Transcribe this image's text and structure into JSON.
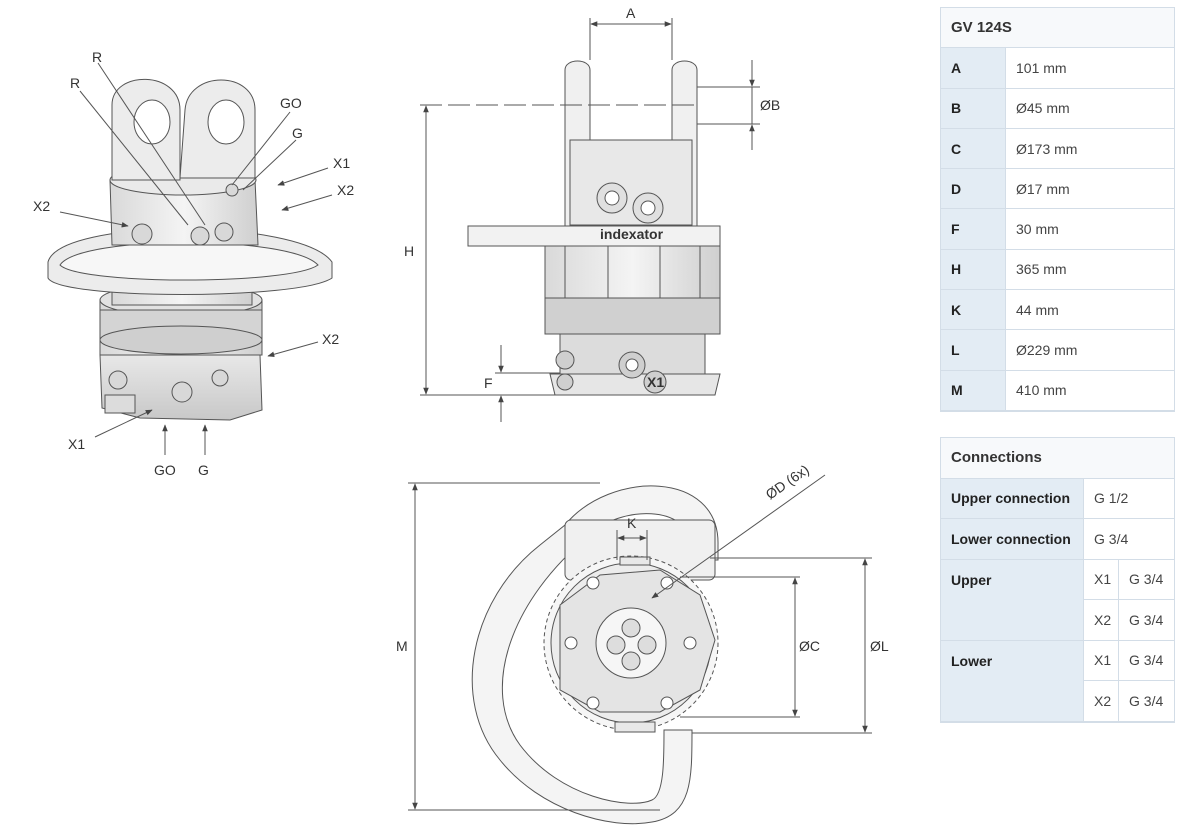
{
  "iso_view": {
    "labels": [
      "R",
      "R",
      "GO",
      "G",
      "X1",
      "X2",
      "X2",
      "X2",
      "X1",
      "GO",
      "G"
    ]
  },
  "front_view": {
    "dims": {
      "a": "A",
      "b": "ØB",
      "h": "H",
      "f": "F"
    },
    "logo": "indexator",
    "port_label": "X1"
  },
  "top_view": {
    "dims": {
      "k": "K",
      "d": "ØD (6x)",
      "c": "ØC",
      "l": "ØL",
      "m": "M"
    }
  },
  "spec_table": {
    "title": "GV 124S",
    "rows": [
      {
        "label": "A",
        "value": "101 mm"
      },
      {
        "label": "B",
        "value": "Ø45 mm"
      },
      {
        "label": "C",
        "value": "Ø173 mm"
      },
      {
        "label": "D",
        "value": "Ø17 mm"
      },
      {
        "label": "F",
        "value": "30 mm"
      },
      {
        "label": "H",
        "value": "365 mm"
      },
      {
        "label": "K",
        "value": "44 mm"
      },
      {
        "label": "L",
        "value": "Ø229 mm"
      },
      {
        "label": "M",
        "value": "410 mm"
      }
    ]
  },
  "connections_table": {
    "title": "Connections",
    "upper_connection": {
      "label": "Upper connection",
      "value": "G 1/2"
    },
    "lower_connection": {
      "label": "Lower connection",
      "value": "G 3/4"
    },
    "upper": {
      "label": "Upper",
      "ports": [
        {
          "port": "X1",
          "value": "G 3/4"
        },
        {
          "port": "X2",
          "value": "G 3/4"
        }
      ]
    },
    "lower": {
      "label": "Lower",
      "ports": [
        {
          "port": "X1",
          "value": "G 3/4"
        },
        {
          "port": "X2",
          "value": "G 3/4"
        }
      ]
    }
  }
}
